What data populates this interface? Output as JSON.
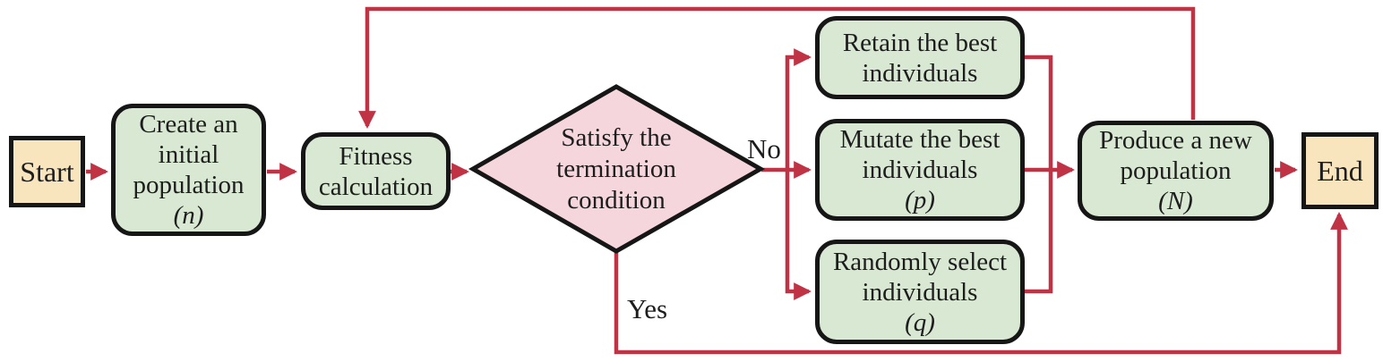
{
  "nodes": {
    "start": {
      "label": "Start"
    },
    "create_initial_population": {
      "line1": "Create an",
      "line2": "initial",
      "line3": "population",
      "line4": "(n)"
    },
    "fitness_calculation": {
      "line1": "Fitness",
      "line2": "calculation"
    },
    "termination_decision": {
      "line1": "Satisfy the",
      "line2": "termination",
      "line3": "condition"
    },
    "retain_best": {
      "line1": "Retain the best",
      "line2": "individuals"
    },
    "mutate_best": {
      "line1": "Mutate the best",
      "line2": "individuals",
      "line3": "(p)"
    },
    "randomly_select": {
      "line1": "Randomly select",
      "line2": "individuals",
      "line3": "(q)"
    },
    "produce_new_population": {
      "line1": "Produce a new",
      "line2": "population",
      "line3": "(N)"
    },
    "end": {
      "label": "End"
    }
  },
  "edge_labels": {
    "no": "No",
    "yes": "Yes"
  },
  "colors": {
    "process_fill": "#d9e8d2",
    "decision_fill": "#f6d6dd",
    "terminal_fill": "#f8e4bd",
    "connector_red": "#bf3345",
    "outline_black": "#161616"
  }
}
